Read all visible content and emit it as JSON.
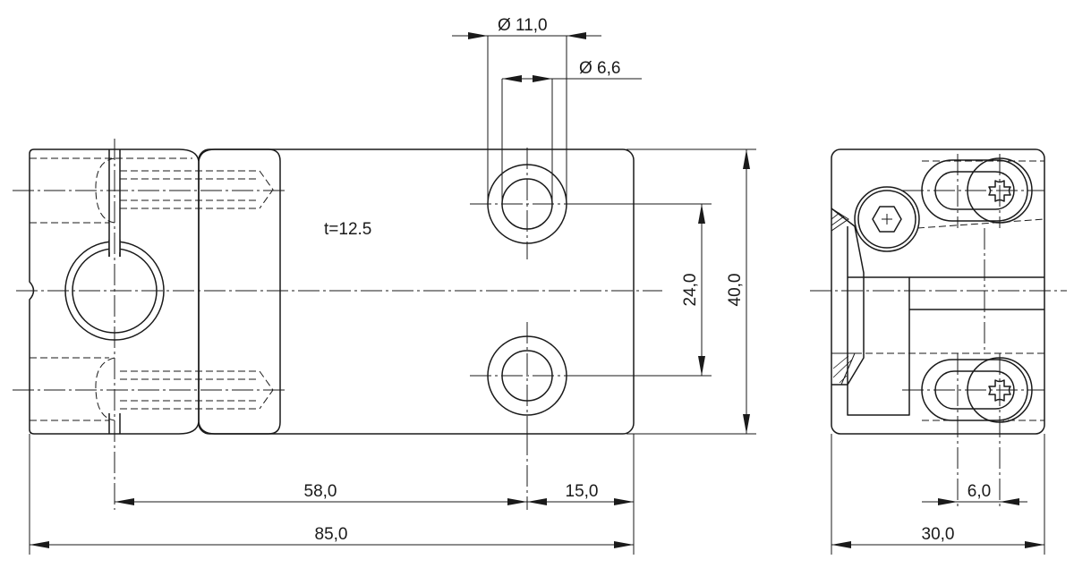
{
  "annotations": {
    "thickness": "t=12.5"
  },
  "dimensions": {
    "hole_outer_dia": "Ø 11,0",
    "hole_inner_dia": "Ø 6,6",
    "hole_spacing": "24,0",
    "height": "40,0",
    "offset_58": "58,0",
    "offset_15": "15,0",
    "length": "85,0",
    "slot_width": "6,0",
    "side_width": "30,0"
  }
}
